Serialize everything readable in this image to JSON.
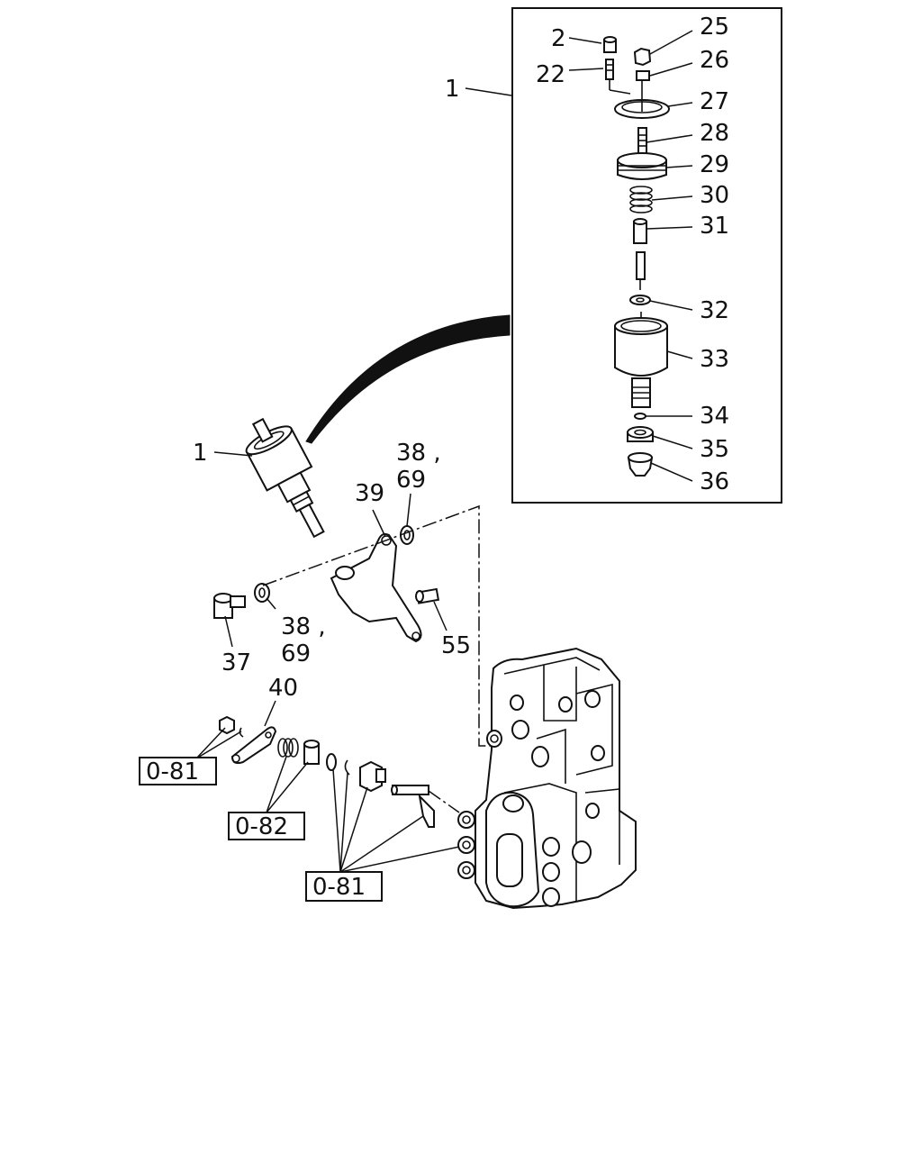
{
  "labels": {
    "inset_1": "1",
    "p2": "2",
    "p22": "22",
    "p25": "25",
    "p26": "26",
    "p27": "27",
    "p28": "28",
    "p29": "29",
    "p30": "30",
    "p31": "31",
    "p32": "32",
    "p33": "33",
    "p34": "34",
    "p35": "35",
    "p36": "36",
    "main_1": "1",
    "p38_top": "38 ,",
    "p69_top": "69",
    "p39": "39",
    "p38_bot": "38 ,",
    "p69_bot": "69",
    "p37": "37",
    "p55": "55",
    "p40": "40"
  },
  "refs": {
    "ref_a": "0-81",
    "ref_b": "0-82",
    "ref_c": "0-81"
  }
}
